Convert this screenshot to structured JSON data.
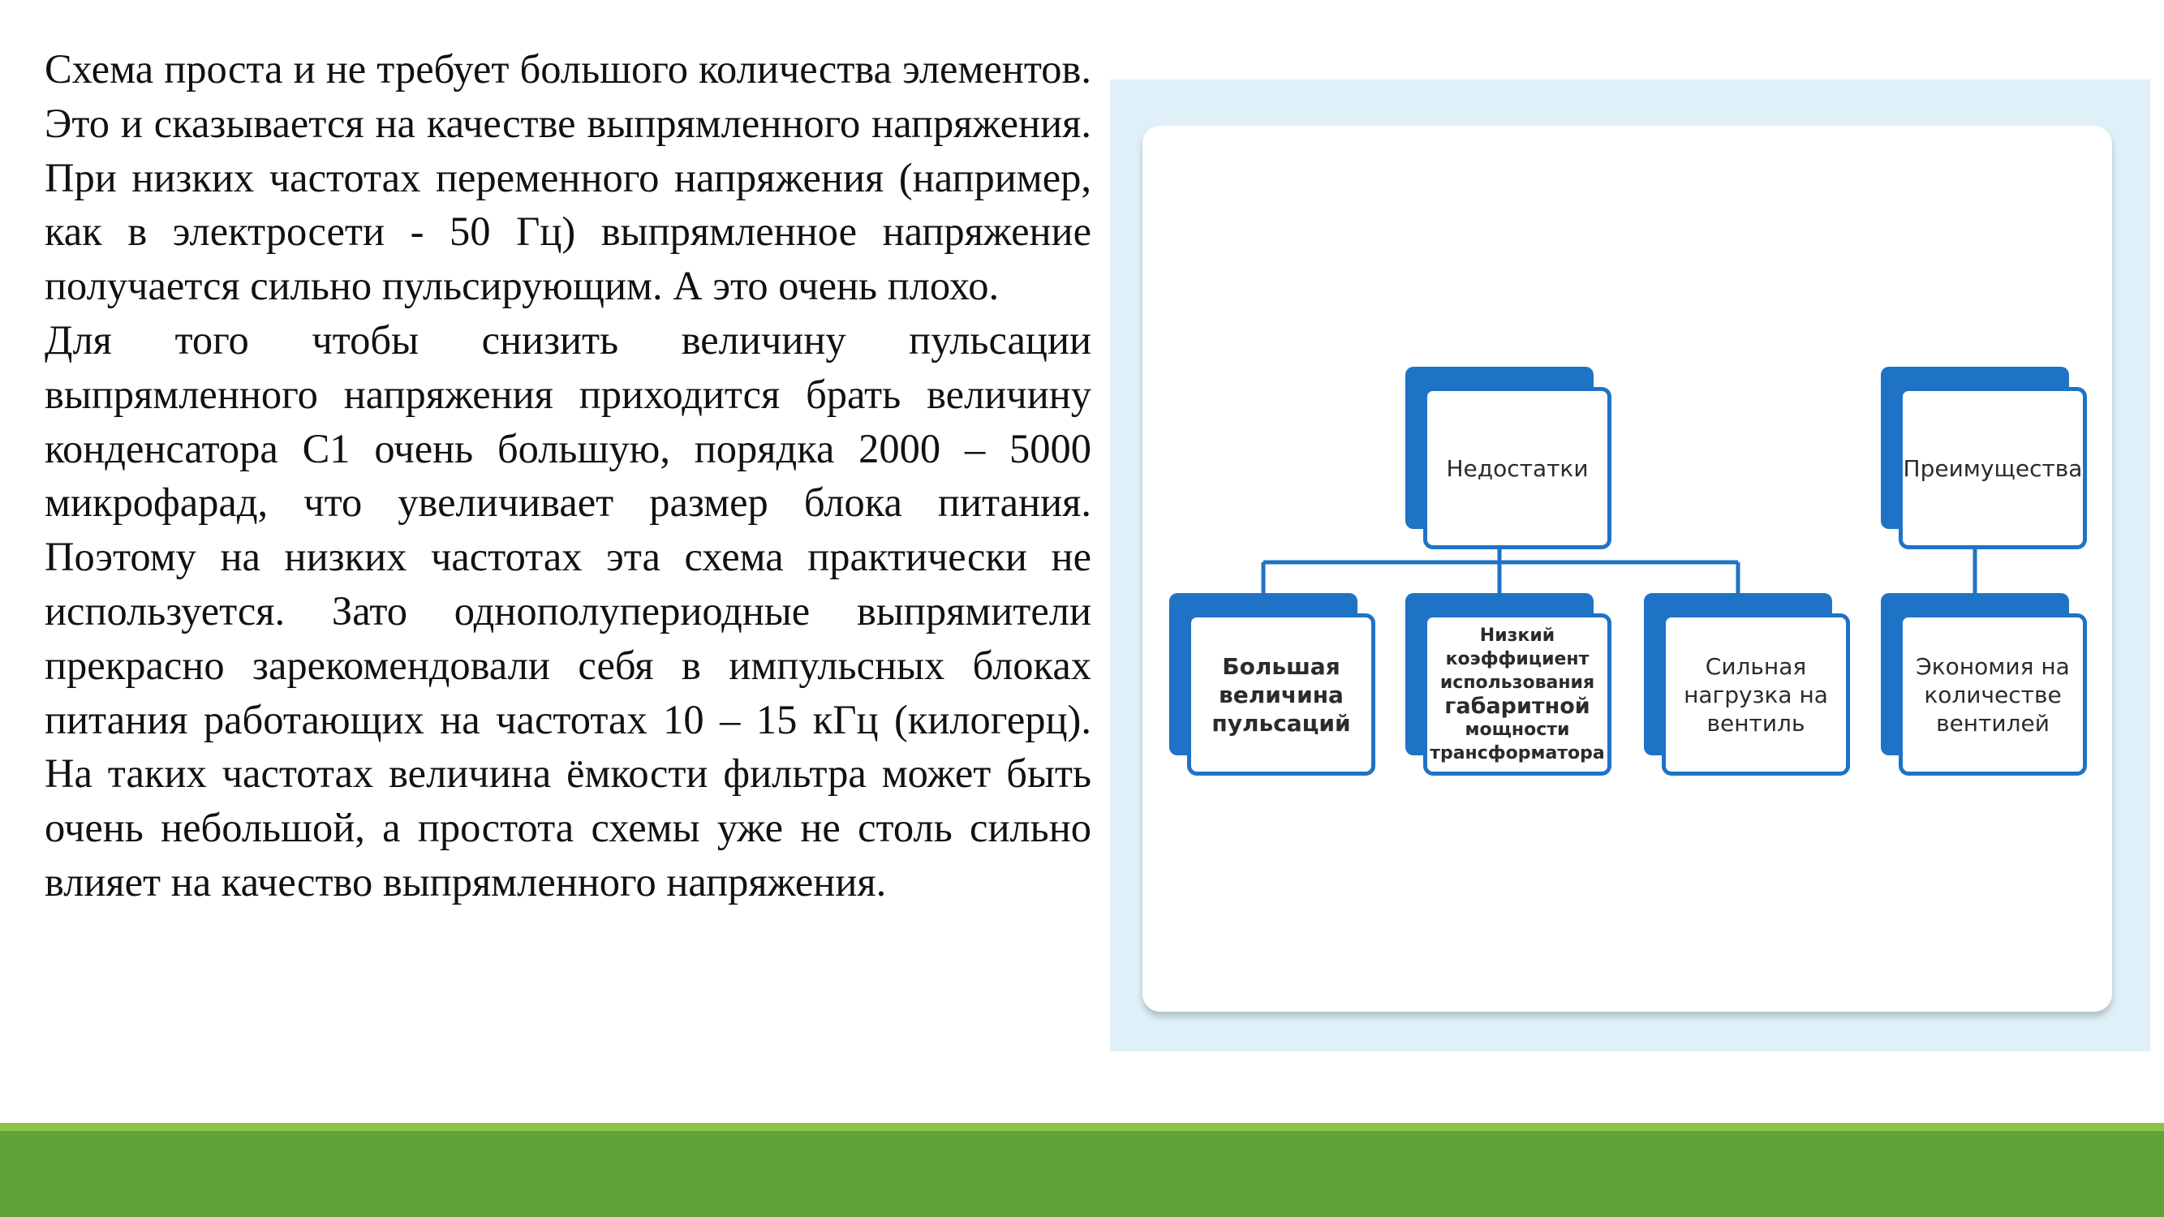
{
  "text": {
    "paragraph1": "Схема проста и не требует большого количества элементов. Это и сказывается на качестве выпрямленного напряжения. При низких частотах переменного напряжения (например, как в электросети - 50 Гц) выпрямленное напряжение получается сильно пульсирующим. А это очень плохо.",
    "paragraph2": "Для того чтобы снизить величину пульсации выпрямленного напряжения приходится брать величину конденсатора С1 очень большую, порядка 2000 – 5000 микрофарад, что увеличивает размер блока питания. Поэтому на низких частотах эта схема практически не используется. Зато однополупериодные выпрямители прекрасно зарекомендовали себя в импульсных блоках питания работающих на частотах 10 – 15 кГц (килогерц). На таких частотах величина ёмкости фильтра может быть очень небольшой, а простота схемы уже не столь сильно влияет на качество выпрямленного напряжения."
  },
  "diagram": {
    "disadvantages": {
      "title": "Недостатки",
      "items": {
        "ripple": [
          "Большая",
          "величина",
          "пульсаций"
        ],
        "transformer": [
          "Низкий",
          "коэффициент",
          "использования",
          "габаритной",
          "мощности",
          "трансформатора"
        ],
        "valve_load": [
          "Сильная",
          "нагрузка на",
          "вентиль"
        ]
      }
    },
    "advantages": {
      "title": "Преимущества",
      "items": {
        "valve_saving": [
          "Экономия на",
          "количестве",
          "вентилей"
        ]
      }
    }
  },
  "colors": {
    "node_blue": "#1f73c6",
    "figure_background": "#dff0f8",
    "bottom_bar": "#62a339"
  }
}
